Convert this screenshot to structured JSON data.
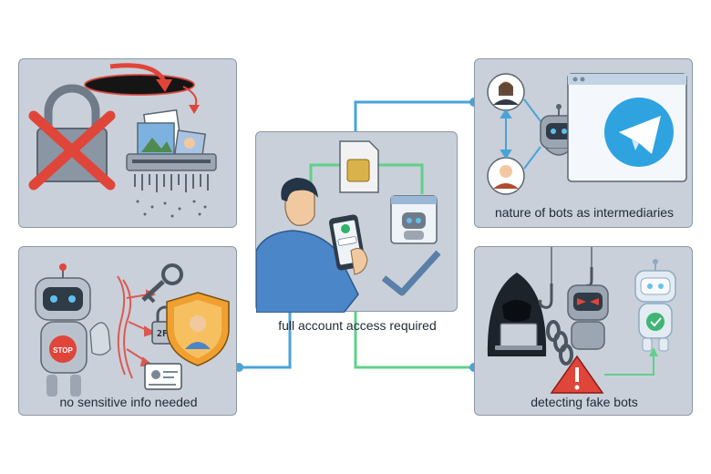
{
  "panels": {
    "top_left": {
      "caption": ""
    },
    "center": {
      "caption": "full account access required"
    },
    "top_right": {
      "caption": "nature of bots as intermediaries"
    },
    "bottom_left": {
      "caption": "no sensitive info needed",
      "tfa_label": "2FA",
      "stop_label": "STOP"
    },
    "bottom_right": {
      "caption": "detecting fake bots"
    }
  },
  "colors": {
    "panel_bg": "#c9d0d9",
    "panel_border": "#8d98a6",
    "connector_blue": "#4aa3d8",
    "connector_green": "#5fd08a",
    "danger_red": "#e0453a",
    "shield_orange": "#f0a030",
    "telegram_blue": "#2fa3e0",
    "check_green": "#2fb36a"
  },
  "icons": [
    "lock-icon",
    "red-x-icon",
    "shredder-icon",
    "sim-card-icon",
    "phone-icon",
    "bot-window-icon",
    "checkmark-icon",
    "user-avatar-icon",
    "telegram-logo-icon",
    "robot-icon",
    "key-icon",
    "shield-icon",
    "id-card-icon",
    "hacker-icon",
    "chain-icon",
    "warning-icon",
    "hook-icon"
  ]
}
